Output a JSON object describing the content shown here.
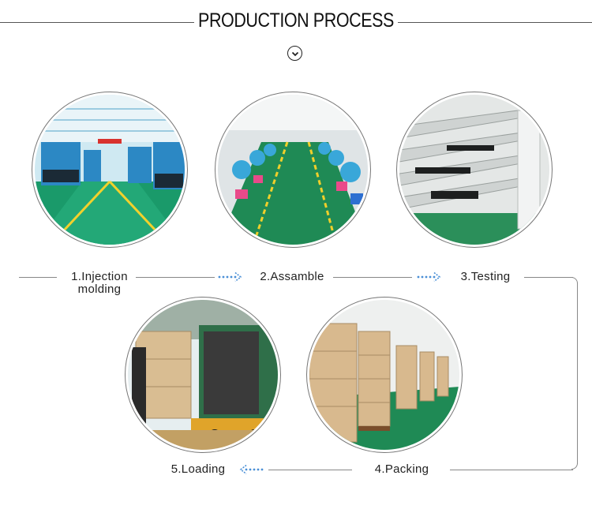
{
  "title": "PRODUCTION PROCESS",
  "icons": {
    "scroll": "chevron-down-icon",
    "flow": "dotted-arrow-icon"
  },
  "colors": {
    "arrow": "#4a8fd6",
    "floor": "#1f8a55",
    "shirt": "#39a7d9"
  },
  "steps": [
    {
      "label": "1.Injection",
      "label2": "molding"
    },
    {
      "label": "2.Assamble"
    },
    {
      "label": "3.Testing"
    },
    {
      "label": "4.Packing"
    },
    {
      "label": "5.Loading"
    }
  ]
}
